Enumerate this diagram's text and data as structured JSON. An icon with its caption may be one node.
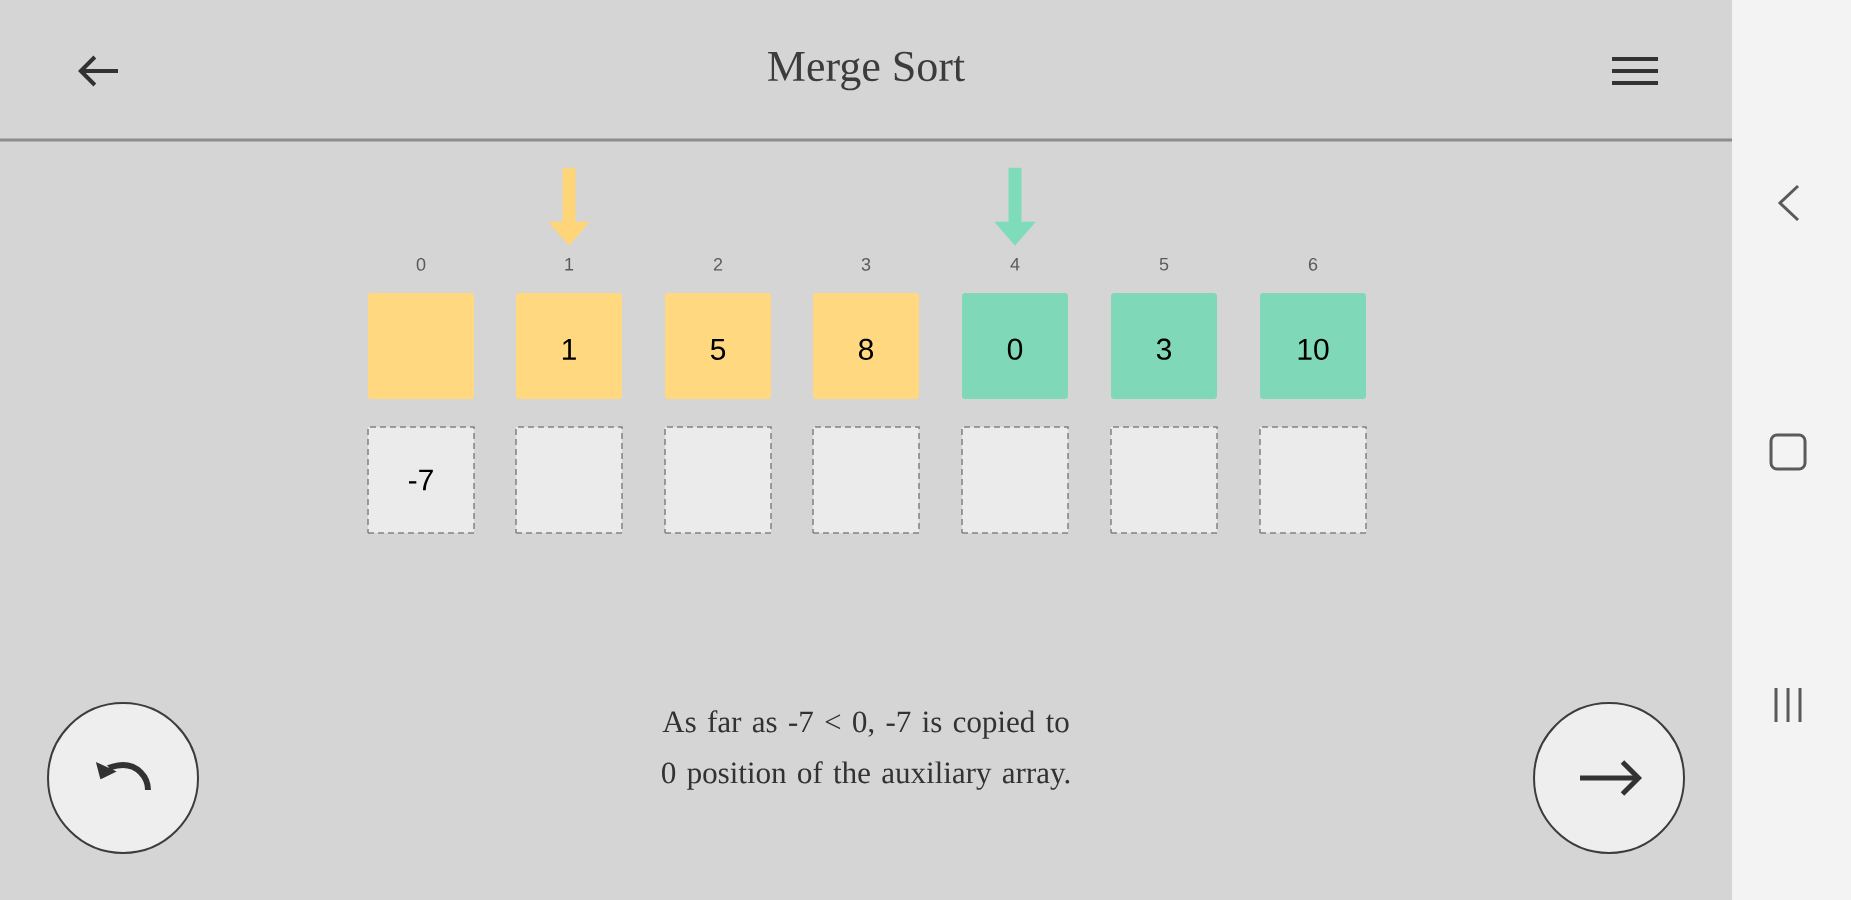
{
  "diagram": {
    "title": "Merge Sort",
    "nodes": [
      {
        "text": [],
        "shape": "box",
        "beside": [
          "0"
        ]
      },
      {
        "text": [
          "1"
        ],
        "beside": [
          "1"
        ]
      },
      {
        "text": [
          "5"
        ],
        "beside": [
          "2"
        ]
      },
      {
        "text": [
          "8"
        ],
        "beside": [
          "3"
        ]
      },
      {
        "text": [
          "0"
        ],
        "beside": [
          "4"
        ]
      },
      {
        "text": [
          "3"
        ],
        "beside": [
          "5"
        ]
      },
      {
        "text": [
          "10"
        ],
        "beside": [
          "6"
        ]
      },
      {
        "text": [
          "-7"
        ]
      },
      {
        "text": [],
        "shape": "box"
      },
      {
        "text": [],
        "shape": "box"
      },
      {
        "text": [],
        "shape": "box"
      },
      {
        "text": [],
        "shape": "box"
      },
      {
        "text": [],
        "shape": "box"
      },
      {
        "text": [],
        "shape": "box"
      }
    ],
    "edges": [
      {
        "from": null,
        "to": 1,
        "arrow": "to",
        "color": "#ffd57a"
      },
      {
        "from": null,
        "to": 4,
        "arrow": "to",
        "color": "#7fdcbb"
      }
    ],
    "labels": [
      "As far as -7 < 0, -7 is copied to 0 position of the auxiliary array."
    ]
  }
}
